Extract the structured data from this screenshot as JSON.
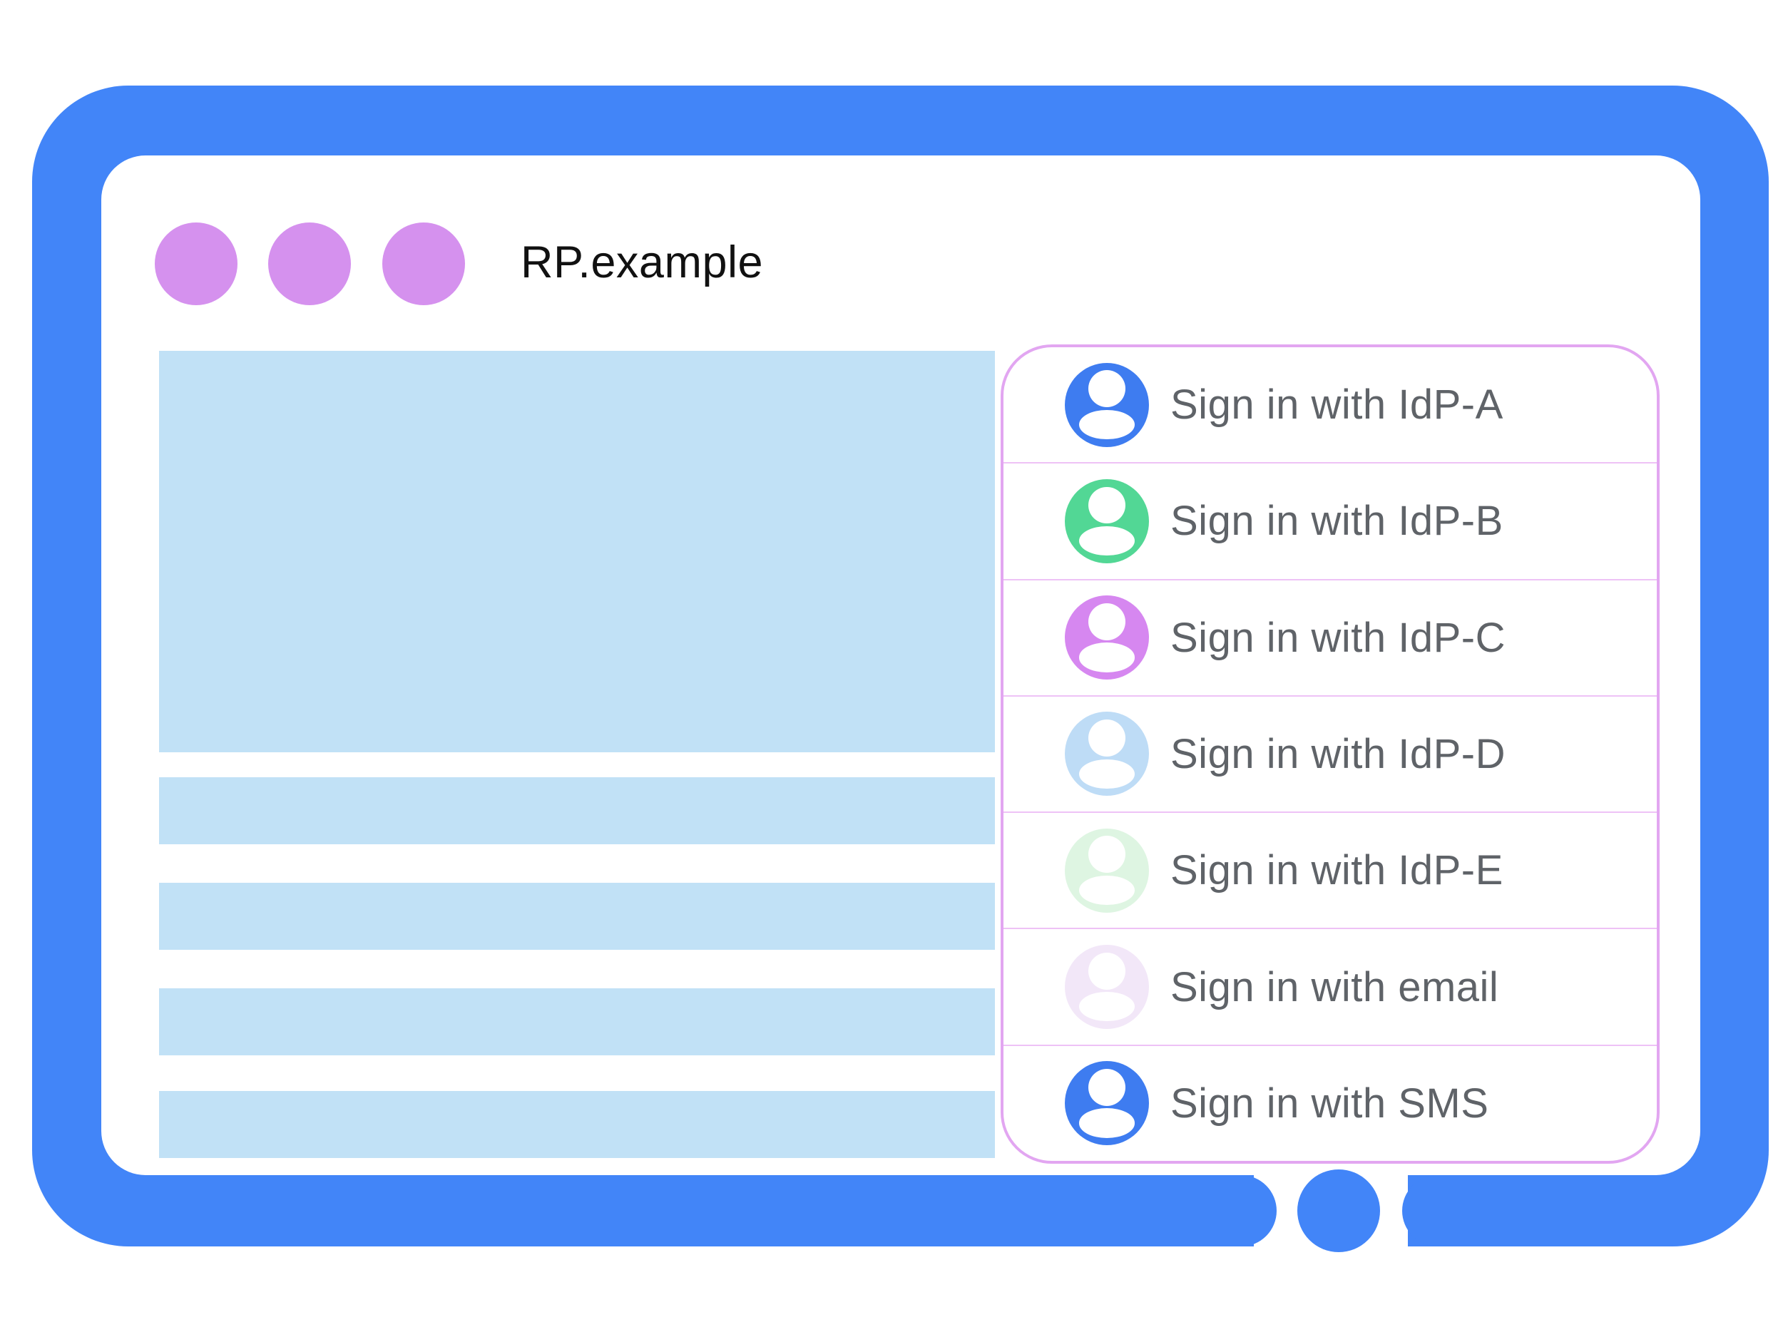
{
  "window": {
    "title": "RP.example"
  },
  "sign_in_panel": {
    "items": [
      {
        "id": "idp-a",
        "label": "Sign in with IdP-A",
        "avatar_color": "#3e7cf0"
      },
      {
        "id": "idp-b",
        "label": "Sign in with IdP-B",
        "avatar_color": "#52d795"
      },
      {
        "id": "idp-c",
        "label": "Sign in with IdP-C",
        "avatar_color": "#d687f0"
      },
      {
        "id": "idp-d",
        "label": "Sign in with IdP-D",
        "avatar_color": "#bedcf6"
      },
      {
        "id": "idp-e",
        "label": "Sign in with IdP-E",
        "avatar_color": "#def5e2"
      },
      {
        "id": "email",
        "label": "Sign in with email",
        "avatar_color": "#f2e7f8"
      },
      {
        "id": "sms",
        "label": "Sign in with SMS",
        "avatar_color": "#3e7cf0"
      }
    ]
  },
  "colors": {
    "frame_blue": "#4285f8",
    "placeholder_blue": "#c1e1f6",
    "window_dot": "#d591ee",
    "panel_border": "#e2a6f1",
    "panel_divider": "#eec2f6",
    "label_text": "#5f6368",
    "title_text": "#111111"
  }
}
